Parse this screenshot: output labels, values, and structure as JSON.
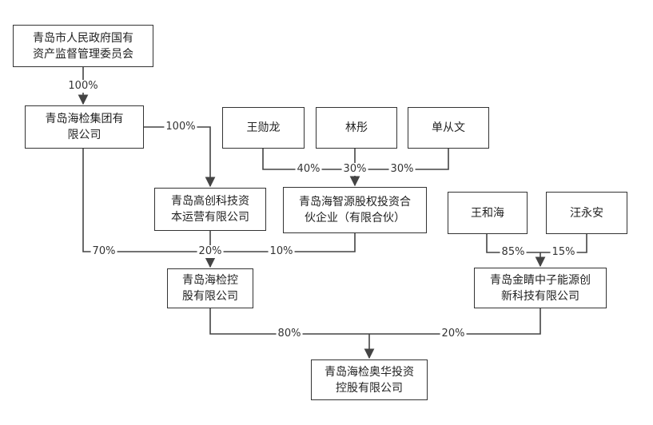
{
  "entities": {
    "qingdao_sasac": "青岛市人民政府国有\n资产监督管理委员会",
    "haijian_group": "青岛海检集团有\n限公司",
    "wang_xunlong": "王勋龙",
    "lin_tong": "林彤",
    "shan_congwen": "单从文",
    "gaochuang": "青岛高创科技资\n本运营有限公司",
    "zhiyuan": "青岛海智源股权投资合\n伙企业（有限合伙）",
    "wang_hehai": "王和海",
    "wang_yongan": "汪永安",
    "haijian_holding": "青岛海检控\n股有限公司",
    "jinjing": "青岛金睛中子能源创\n新科技有限公司",
    "aohua": "青岛海检奥华投资\n控股有限公司"
  },
  "percentages": {
    "sasac_to_group": "100%",
    "group_to_gaochuang": "100%",
    "wang_xunlong_to_zhiyuan": "40%",
    "lin_tong_to_zhiyuan": "30%",
    "shan_congwen_to_zhiyuan": "30%",
    "group_to_holding": "70%",
    "gaochuang_to_holding": "20%",
    "zhiyuan_to_holding": "10%",
    "wang_hehai_to_jinjing": "85%",
    "wang_yongan_to_jinjing": "15%",
    "holding_to_aohua": "80%",
    "jinjing_to_aohua": "20%"
  },
  "colors": {
    "line": "#444444",
    "border": "#333333"
  }
}
